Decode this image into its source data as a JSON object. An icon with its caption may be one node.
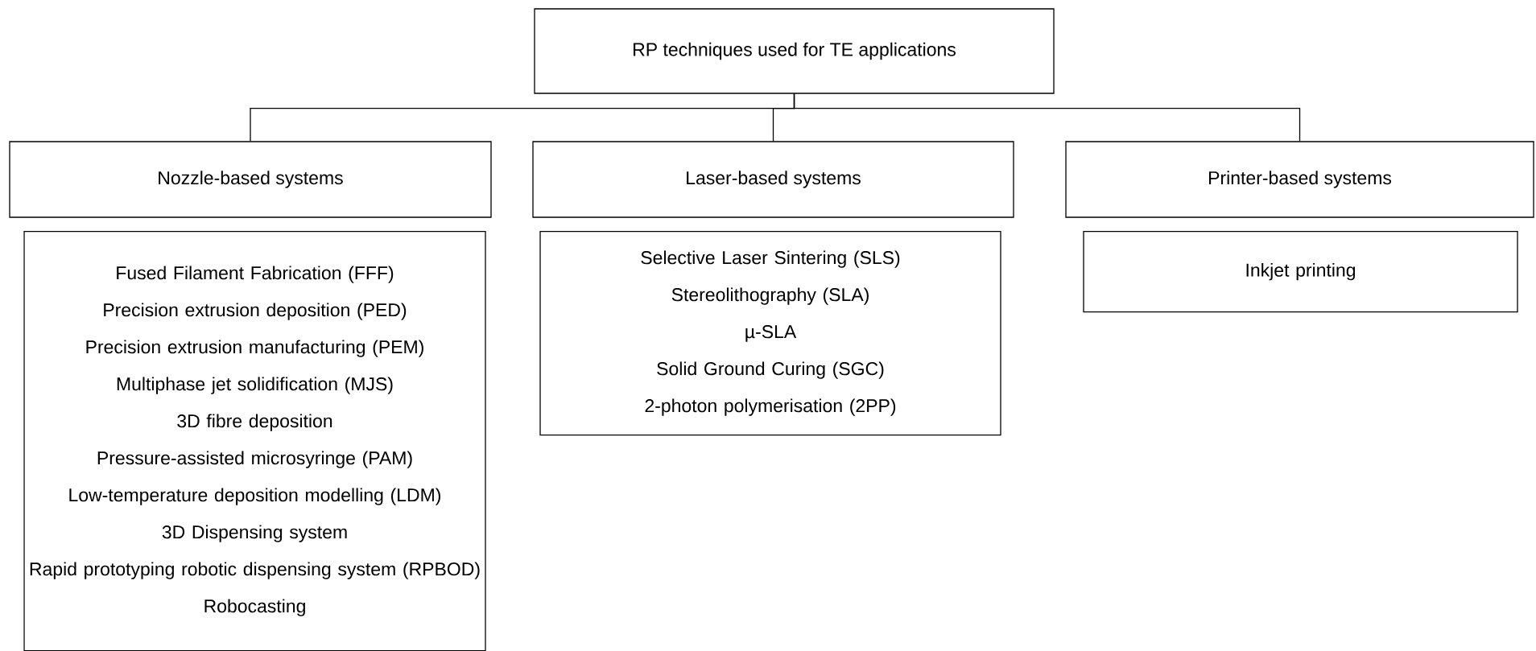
{
  "diagram": {
    "nodes": [
      {
        "text": [
          "RP techniques used for TE applications"
        ]
      },
      {
        "text": [
          "Nozzle-based systems"
        ]
      },
      {
        "text": [
          "Laser-based systems"
        ]
      },
      {
        "text": [
          "Printer-based systems"
        ]
      },
      {
        "text": [
          "Fused Filament Fabrication (FFF)",
          "Precision extrusion deposition (PED)",
          "Precision extrusion manufacturing (PEM)",
          "Multiphase jet solidification (MJS)",
          "3D fibre deposition",
          "Pressure-assisted microsyringe (PAM)",
          "Low-temperature deposition modelling (LDM)",
          "3D Dispensing system",
          "Rapid prototyping robotic dispensing system (RPBOD)",
          "Robocasting"
        ]
      },
      {
        "text": [
          "Selective Laser Sintering (SLS)",
          "Stereolithography (SLA)",
          "µ-SLA",
          "Solid Ground Curing (SGC)",
          "2-photon polymerisation (2PP)"
        ]
      },
      {
        "text": [
          "Inkjet printing"
        ]
      }
    ],
    "edges": [
      {
        "from": 0,
        "to": 1,
        "arrow": "none"
      },
      {
        "from": 0,
        "to": 2,
        "arrow": "none"
      },
      {
        "from": 0,
        "to": 3,
        "arrow": "none"
      }
    ]
  }
}
